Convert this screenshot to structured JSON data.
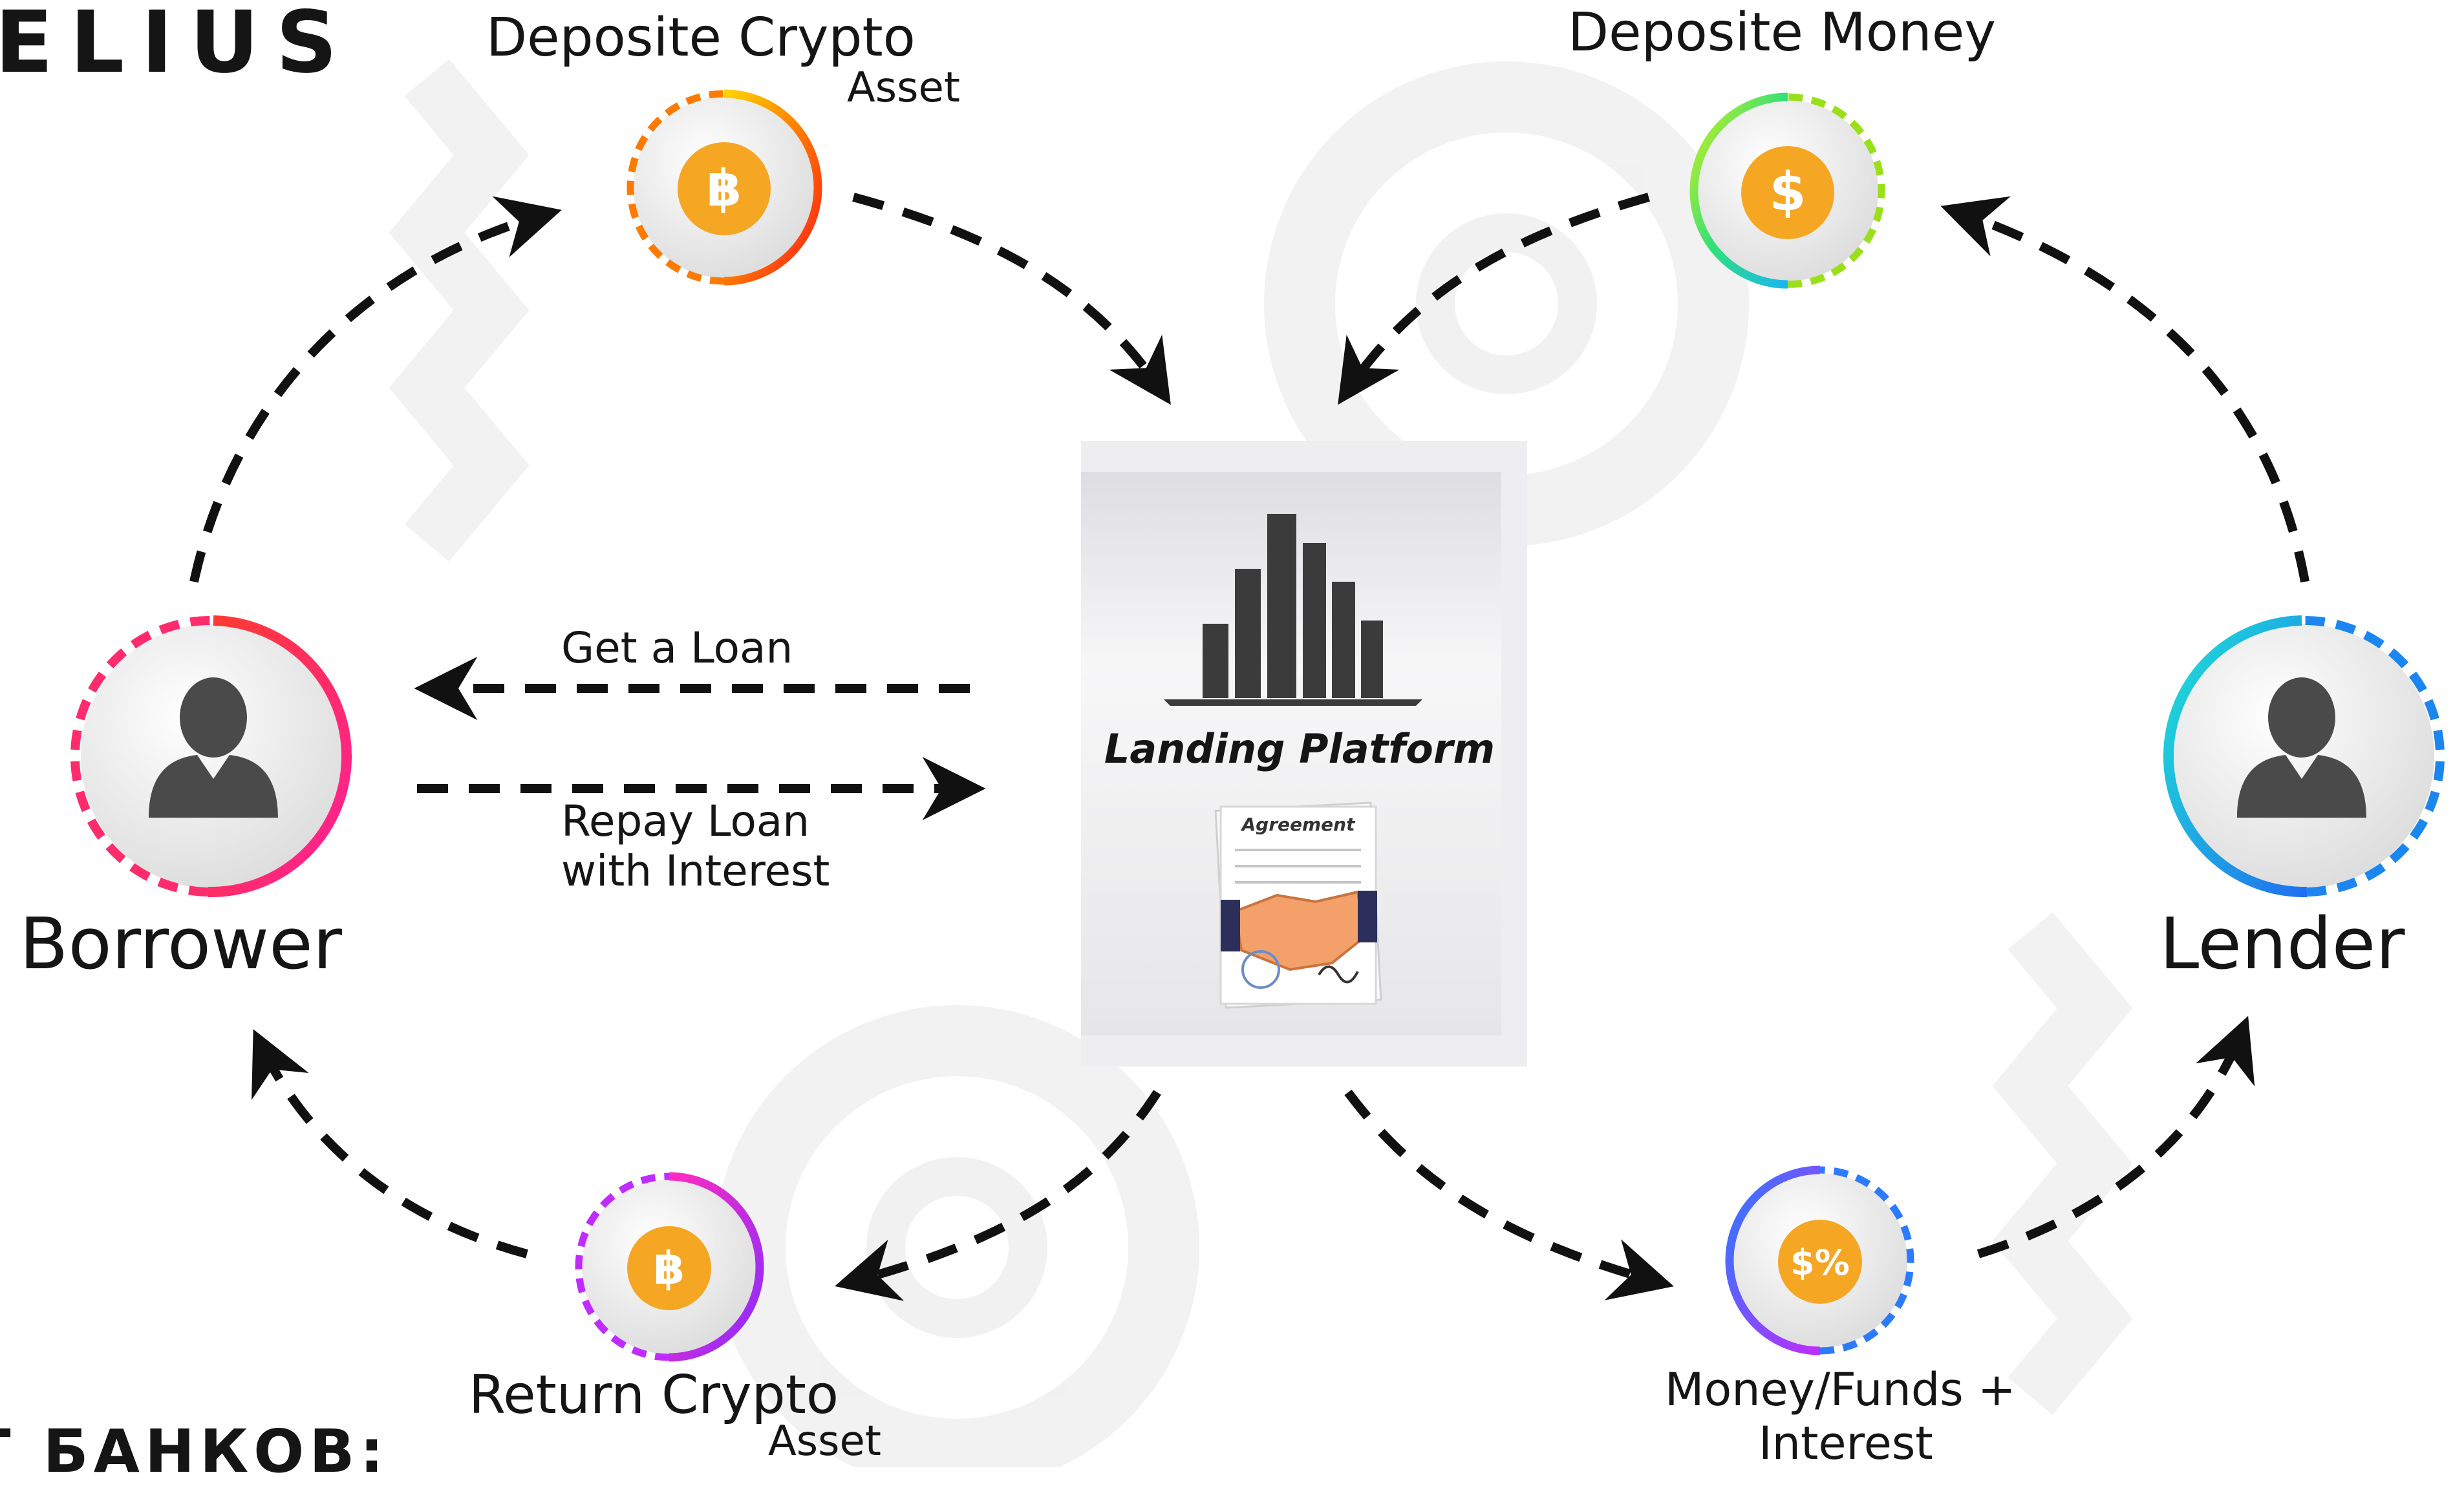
{
  "brand": {
    "text": "ELIUS"
  },
  "footer_caption": "Г БАНКОВ:",
  "platform": {
    "title": "Landing Platform",
    "document_label": "Agreement"
  },
  "nodes": {
    "borrower": {
      "label": "Borrower",
      "icon": "businessman-icon",
      "ring_colors": [
        "#ff2c55",
        "#ff1f8f"
      ]
    },
    "lender": {
      "label": "Lender",
      "icon": "businessman-icon",
      "ring_colors": [
        "#1ed6e6",
        "#1c86f0"
      ]
    },
    "deposit_crypto": {
      "label": "Deposite Crypto",
      "sublabel": "Asset",
      "icon": "bitcoin-icon",
      "symbol": "฿"
    },
    "deposit_money": {
      "label": "Deposite Money",
      "icon": "dollar-icon",
      "symbol": "$"
    },
    "return_crypto": {
      "label": "Return Crypto",
      "sublabel": "Asset",
      "icon": "bitcoin-icon",
      "symbol": "฿"
    },
    "money_interest": {
      "label_line1": "Money/Funds +",
      "label_line2": "Interest",
      "icon": "dollar-percent-icon",
      "symbol": "$%"
    }
  },
  "flows": {
    "get_loan": "Get a Loan",
    "repay_line1": "Repay Loan",
    "repay_line2": "with Interest"
  },
  "colors": {
    "coin": "#f5a623",
    "arrow": "#111111",
    "text": "#151515"
  }
}
